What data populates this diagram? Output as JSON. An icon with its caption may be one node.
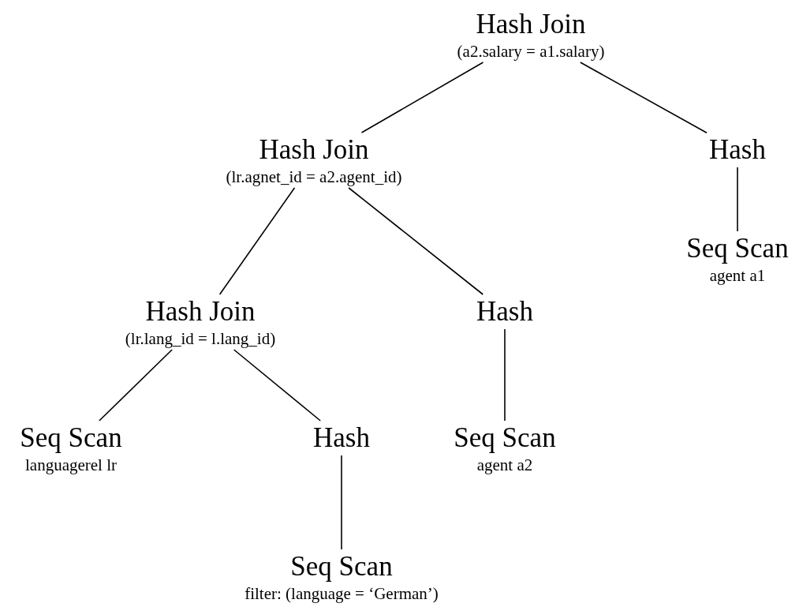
{
  "diagram": {
    "nodes": [
      {
        "text": [
          "Hash Join",
          "(a2.salary = a1.salary)"
        ]
      },
      {
        "text": [
          "Hash Join",
          "(lr.agnet_id = a2.agent_id)"
        ]
      },
      {
        "text": [
          "Hash"
        ]
      },
      {
        "text": [
          "Seq Scan",
          "agent a1"
        ]
      },
      {
        "text": [
          "Hash Join",
          "(lr.lang_id = l.lang_id)"
        ]
      },
      {
        "text": [
          "Hash"
        ]
      },
      {
        "text": [
          "Seq Scan",
          "languagerel lr"
        ]
      },
      {
        "text": [
          "Hash"
        ]
      },
      {
        "text": [
          "Seq Scan",
          "agent a2"
        ]
      },
      {
        "text": [
          "Seq Scan",
          "filter: (language = ‘German’)"
        ]
      }
    ],
    "edges": [
      {
        "from": 0,
        "to": 1,
        "arrow": "none"
      },
      {
        "from": 0,
        "to": 2,
        "arrow": "none"
      },
      {
        "from": 2,
        "to": 3,
        "arrow": "none"
      },
      {
        "from": 1,
        "to": 4,
        "arrow": "none"
      },
      {
        "from": 1,
        "to": 5,
        "arrow": "none"
      },
      {
        "from": 4,
        "to": 6,
        "arrow": "none"
      },
      {
        "from": 4,
        "to": 7,
        "arrow": "none"
      },
      {
        "from": 5,
        "to": 8,
        "arrow": "none"
      },
      {
        "from": 7,
        "to": 9,
        "arrow": "none"
      }
    ]
  }
}
